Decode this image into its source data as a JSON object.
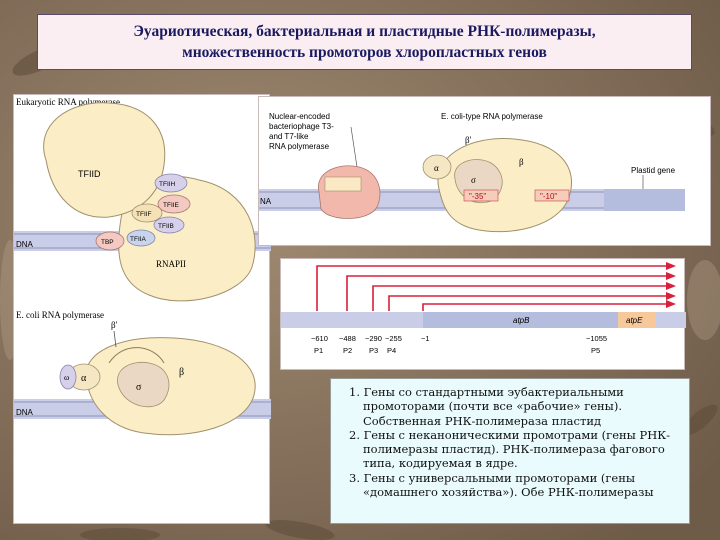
{
  "title": {
    "line1": "Эуариотическая, бактериальная и пластидные РНК-полимеразы,",
    "line2": "множественность промоторов хлоропластных генов"
  },
  "eukaryotic": {
    "caption": "Eukaryotic RNA polymerase",
    "tfiid": "TFIID",
    "tfiih": "TFIIH",
    "tfiie": "TFIIE",
    "tfiif": "TFIIF",
    "tfiib": "TFIIB",
    "tfiia": "TFIIA",
    "tbp": "TBP",
    "rnapii": "RNAPII",
    "dna": "DNA"
  },
  "ecoli": {
    "caption": "E. coli RNA polymerase",
    "beta": "β",
    "beta_prime": "β'",
    "alpha": "α",
    "sigma": "σ",
    "omega": "ω",
    "dna": "DNA"
  },
  "plastid": {
    "nuclear_label": [
      "Nuclear-encoded",
      "bacteriophage T3-",
      "and T7-like",
      "RNA polymerase"
    ],
    "ecoli_type": "E. coli-type RNA polymerase",
    "beta_prime": "β'",
    "beta": "β",
    "alpha": "α",
    "sigma": "σ",
    "box35": "\"-35\"",
    "box10": "\"-10\"",
    "plastid_gene": "Plastid gene",
    "dna": "NA"
  },
  "promoters": {
    "gene1": "atpB",
    "gene2": "atpE",
    "positions": [
      "−610",
      "−488",
      "−290",
      "−255",
      "−1",
      "−1055"
    ],
    "names": [
      "P1",
      "P2",
      "P3",
      "P4",
      "P5"
    ]
  },
  "list": [
    "1. Гены со стандартными эубактериальными промоторами (почти все «рабочие» гены). Собственная РНК-полимераза пластид",
    "2. Гены с неканоническими промотрами (гены РНК-полимеразы пластид). РНК-полимераза фагового типа, кодируемая в ядре.",
    "3. Гены с универсальными промоторами (гены «домашнего хозяйства»). Обе РНК-полимеразы"
  ],
  "colors": {
    "background": "#8a7560",
    "title_bg": "#fbeef3",
    "title_text": "#1a1a60",
    "text_bg": "#e9fbfd",
    "arrow": "#d8203c",
    "dna": "#c9cde8",
    "polymerase": "#fbeec6"
  }
}
